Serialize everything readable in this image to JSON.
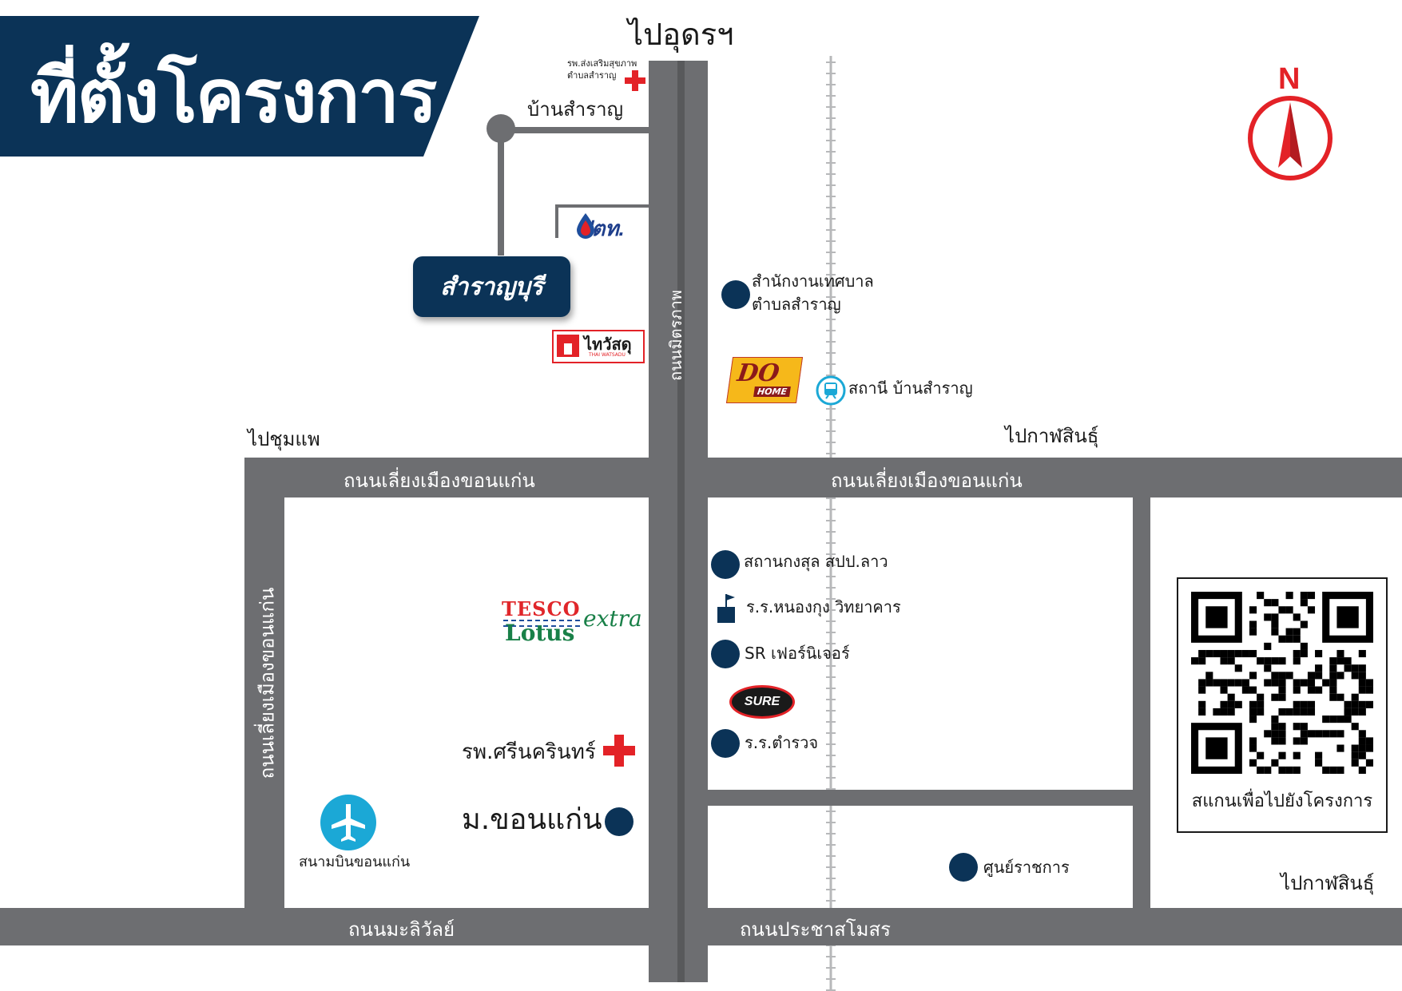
{
  "title": "ที่ตั้งโครงการ",
  "project_logo": "สำราญบุรี",
  "compass": {
    "letter": "N",
    "icon": "north-arrow-icon"
  },
  "directions": {
    "north": "ไปอุดรฯ",
    "west": "ไปชุมแพ",
    "east_upper": "ไปกาฬสินธุ์",
    "east_lower": "ไปกาฬสินธุ์"
  },
  "roads": {
    "main_vertical": "ถนนมิตรภาพ",
    "ring_west_horizontal": "ถนนเลี่ยงเมืองขอนแก่น",
    "ring_east_horizontal": "ถนนเลี่ยงเมืองขอนแก่น",
    "ring_vertical": "ถนนเลี่ยงเมืองขอนแก่น",
    "south_west": "ถนนมะลิวัลย์",
    "south_east": "ถนนประชาสโมสร",
    "village": "บ้านสำราญ"
  },
  "landmarks": {
    "hospital_small": "รพ.ส่งเสริมสุขภาพ ตำบลสำราญ",
    "ptt": "ปตท.",
    "thai_watsadu": "ไทวัสดุ",
    "thai_watsadu_sub": "THAI WATSADU",
    "municipal_office_line1": "สำนักงานเทศบาล",
    "municipal_office_line2": "ตำบลสำราญ",
    "do_home": "DO",
    "do_home_sub": "HOME",
    "train_station": "สถานี บ้านสำราญ",
    "tesco_line1": "TESCO",
    "tesco_line2": "Lotus",
    "tesco_line3": "extra",
    "consulate": "สถานกงสุล สปป.ลาว",
    "school_1": "ร.ร.หนองกุง วิทยาคาร",
    "sr_furniture": "SR เฟอร์นิเจอร์",
    "sure": "SURE",
    "police_school": "ร.ร.ตำรวจ",
    "srinagarind_hospital": "รพ.ศรีนครินทร์",
    "kku": "ม.ขอนแก่น",
    "airport": "สนามบินขอนแก่น",
    "government_center": "ศูนย์ราชการ"
  },
  "qr": {
    "caption": "สแกนเพื่อไปยังโครงการ"
  },
  "colors": {
    "navy": "#0b3357",
    "road": "#6d6e71",
    "road_dark": "#58595b",
    "red": "#e32227",
    "rail": "#b7b8ba",
    "airport_blue": "#1ba8d6",
    "tesco_red": "#e0262a",
    "tesco_green": "#198048"
  }
}
